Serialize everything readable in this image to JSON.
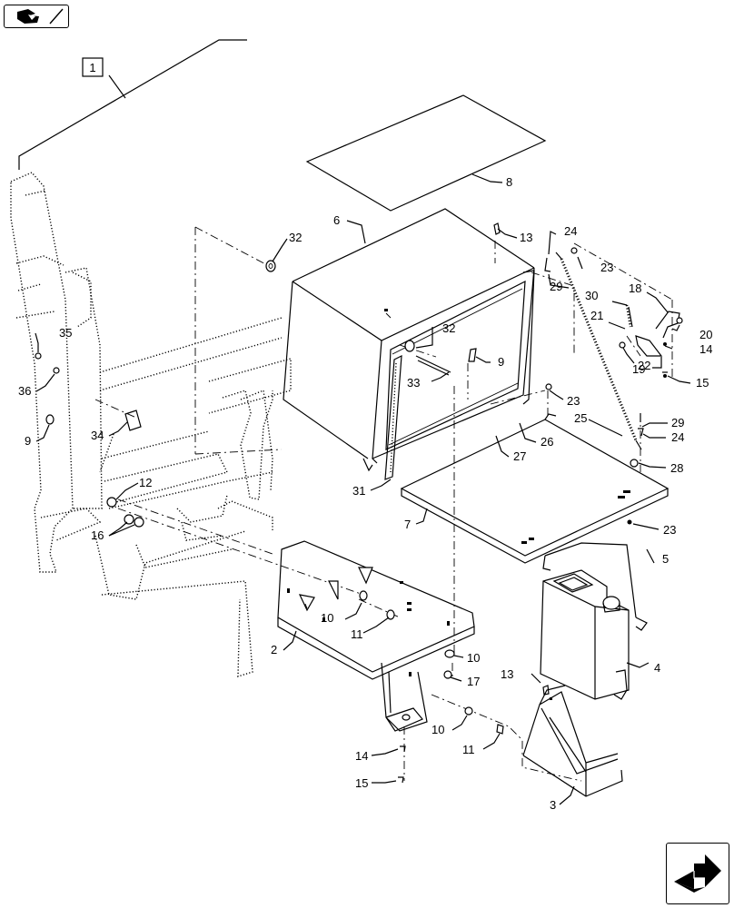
{
  "title_box": "1",
  "labels": [
    {
      "id": "l1",
      "text": "1"
    },
    {
      "id": "l2",
      "text": "2"
    },
    {
      "id": "l3",
      "text": "3"
    },
    {
      "id": "l4",
      "text": "4"
    },
    {
      "id": "l5",
      "text": "5"
    },
    {
      "id": "l6",
      "text": "6"
    },
    {
      "id": "l7",
      "text": "7"
    },
    {
      "id": "l8",
      "text": "8"
    },
    {
      "id": "l9a",
      "text": "9"
    },
    {
      "id": "l9b",
      "text": "9"
    },
    {
      "id": "l10a",
      "text": "10"
    },
    {
      "id": "l10b",
      "text": "10"
    },
    {
      "id": "l10c",
      "text": "10"
    },
    {
      "id": "l11a",
      "text": "11"
    },
    {
      "id": "l11b",
      "text": "11"
    },
    {
      "id": "l12",
      "text": "12"
    },
    {
      "id": "l13a",
      "text": "13"
    },
    {
      "id": "l13b",
      "text": "13"
    },
    {
      "id": "l14a",
      "text": "14"
    },
    {
      "id": "l14b",
      "text": "14"
    },
    {
      "id": "l15a",
      "text": "15"
    },
    {
      "id": "l15b",
      "text": "15"
    },
    {
      "id": "l16",
      "text": "16"
    },
    {
      "id": "l17",
      "text": "17"
    },
    {
      "id": "l18",
      "text": "18"
    },
    {
      "id": "l19",
      "text": "19"
    },
    {
      "id": "l20",
      "text": "20"
    },
    {
      "id": "l21",
      "text": "21"
    },
    {
      "id": "l22",
      "text": "22"
    },
    {
      "id": "l23a",
      "text": "23"
    },
    {
      "id": "l23b",
      "text": "23"
    },
    {
      "id": "l23c",
      "text": "23"
    },
    {
      "id": "l24a",
      "text": "24"
    },
    {
      "id": "l24b",
      "text": "24"
    },
    {
      "id": "l25",
      "text": "25"
    },
    {
      "id": "l26",
      "text": "26"
    },
    {
      "id": "l27",
      "text": "27"
    },
    {
      "id": "l28",
      "text": "28"
    },
    {
      "id": "l29a",
      "text": "29"
    },
    {
      "id": "l29b",
      "text": "29"
    },
    {
      "id": "l30",
      "text": "30"
    },
    {
      "id": "l31",
      "text": "31"
    },
    {
      "id": "l32a",
      "text": "32"
    },
    {
      "id": "l32b",
      "text": "32"
    },
    {
      "id": "l33",
      "text": "33"
    },
    {
      "id": "l34",
      "text": "34"
    },
    {
      "id": "l35",
      "text": "35"
    },
    {
      "id": "l36",
      "text": "36"
    }
  ],
  "icons": {
    "top_left": "book-arrow-icon",
    "bottom_right": "next-page-arrow-icon"
  },
  "colors": {
    "line": "#000000",
    "background": "#ffffff"
  }
}
